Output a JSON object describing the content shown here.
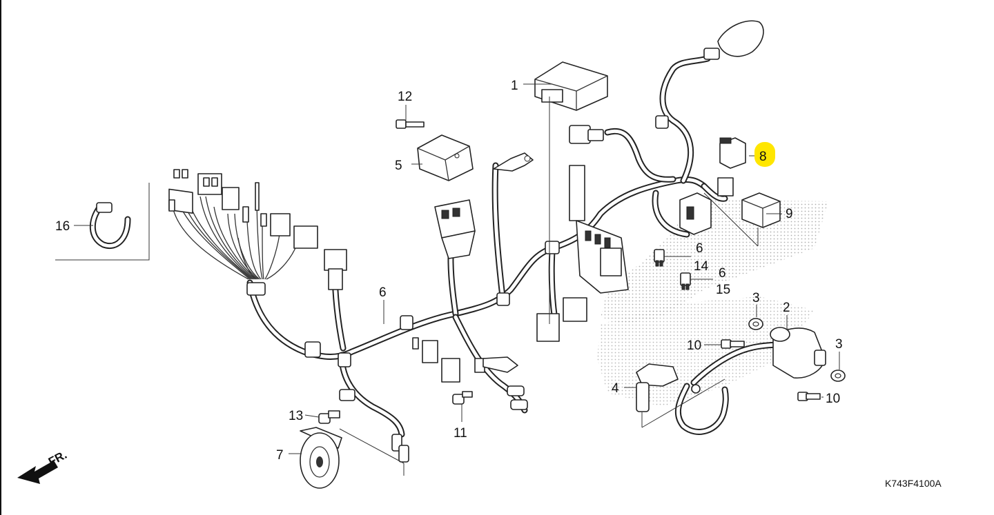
{
  "diagram": {
    "drawing_code": "K743F4100A",
    "direction_label": "FR.",
    "highlight_color": "#ffe600",
    "callouts": [
      {
        "id": "1",
        "label": "1"
      },
      {
        "id": "2",
        "label": "2"
      },
      {
        "id": "3a",
        "label": "3"
      },
      {
        "id": "3b",
        "label": "3"
      },
      {
        "id": "4",
        "label": "4"
      },
      {
        "id": "5",
        "label": "5"
      },
      {
        "id": "6a",
        "label": "6"
      },
      {
        "id": "6b",
        "label": "6"
      },
      {
        "id": "6c",
        "label": "6"
      },
      {
        "id": "7",
        "label": "7"
      },
      {
        "id": "8",
        "label": "8"
      },
      {
        "id": "9",
        "label": "9"
      },
      {
        "id": "10a",
        "label": "10"
      },
      {
        "id": "10b",
        "label": "10"
      },
      {
        "id": "11",
        "label": "11"
      },
      {
        "id": "12",
        "label": "12"
      },
      {
        "id": "13",
        "label": "13"
      },
      {
        "id": "14",
        "label": "14"
      },
      {
        "id": "15",
        "label": "15"
      },
      {
        "id": "16",
        "label": "16"
      }
    ]
  }
}
